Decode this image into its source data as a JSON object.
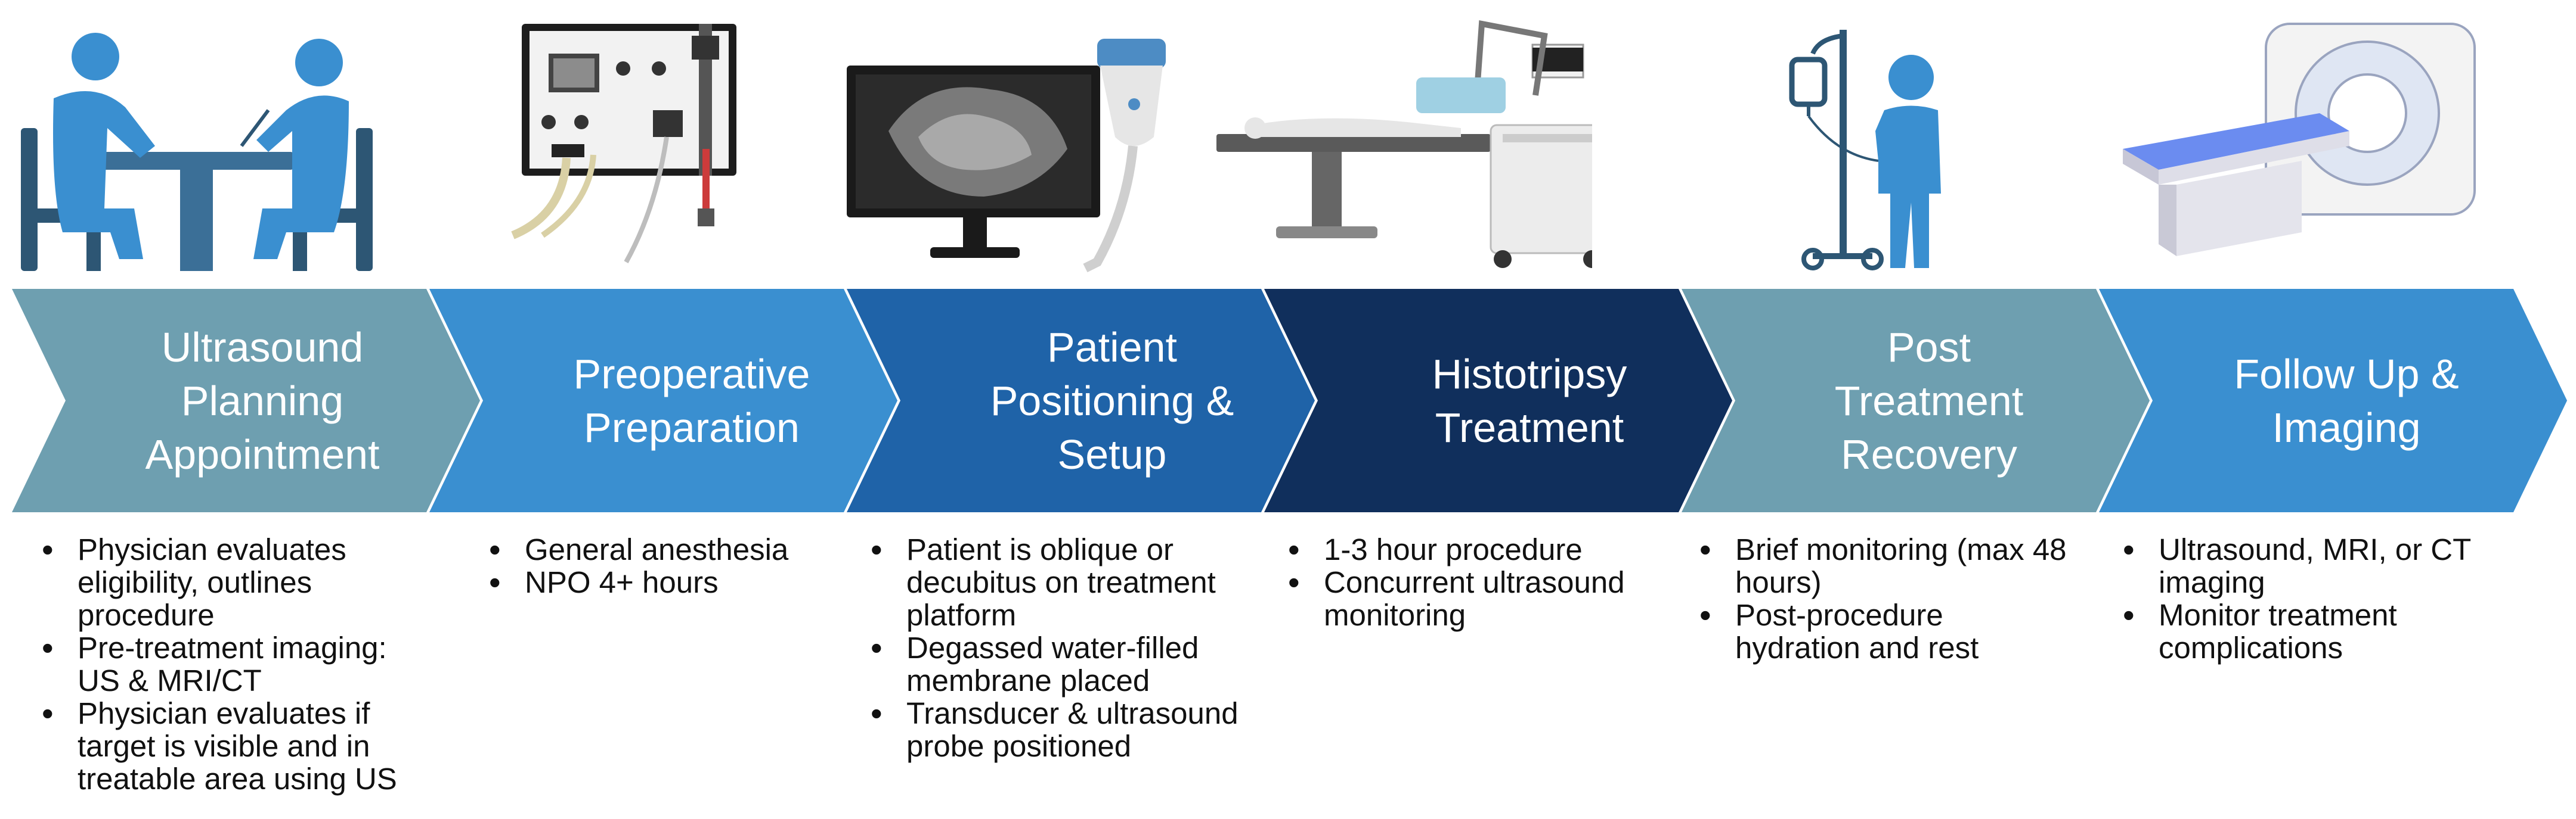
{
  "steps": [
    {
      "label": "Ultrasound\nPlanning\nAppointment",
      "color": "#6e9fb0",
      "icon": "physician-consultation-icon",
      "bullets": [
        "Physician evaluates eligibility, outlines procedure",
        "Pre-treatment imaging: US & MRI/CT",
        "Physician evaluates if target is visible and in treatable area using US"
      ]
    },
    {
      "label": "Preoperative\nPreparation",
      "color": "#3a8fd0",
      "icon": "anesthesia-machine-icon",
      "bullets": [
        "General anesthesia",
        "NPO 4+ hours"
      ]
    },
    {
      "label": "Patient\nPositioning &\nSetup",
      "color": "#1f63a8",
      "icon": "ultrasound-monitor-probe-icon",
      "bullets": [
        "Patient is oblique or decubitus on treatment platform",
        "Degassed water-filled membrane placed",
        "Transducer & ultrasound probe positioned"
      ]
    },
    {
      "label": "Histotripsy\nTreatment",
      "color": "#102f5c",
      "icon": "histotripsy-system-icon",
      "bullets": [
        "1-3 hour procedure",
        "Concurrent ultrasound monitoring"
      ]
    },
    {
      "label": "Post\nTreatment\nRecovery",
      "color": "#6e9fb0",
      "icon": "patient-iv-pole-icon",
      "bullets": [
        "Brief monitoring (max 48 hours)",
        "Post-procedure hydration and rest"
      ]
    },
    {
      "label": "Follow Up &\nImaging",
      "color": "#3a8fd0",
      "icon": "ct-scanner-icon",
      "bullets": [
        "Ultrasound, MRI, or CT imaging",
        "Monitor treatment complications"
      ]
    }
  ]
}
